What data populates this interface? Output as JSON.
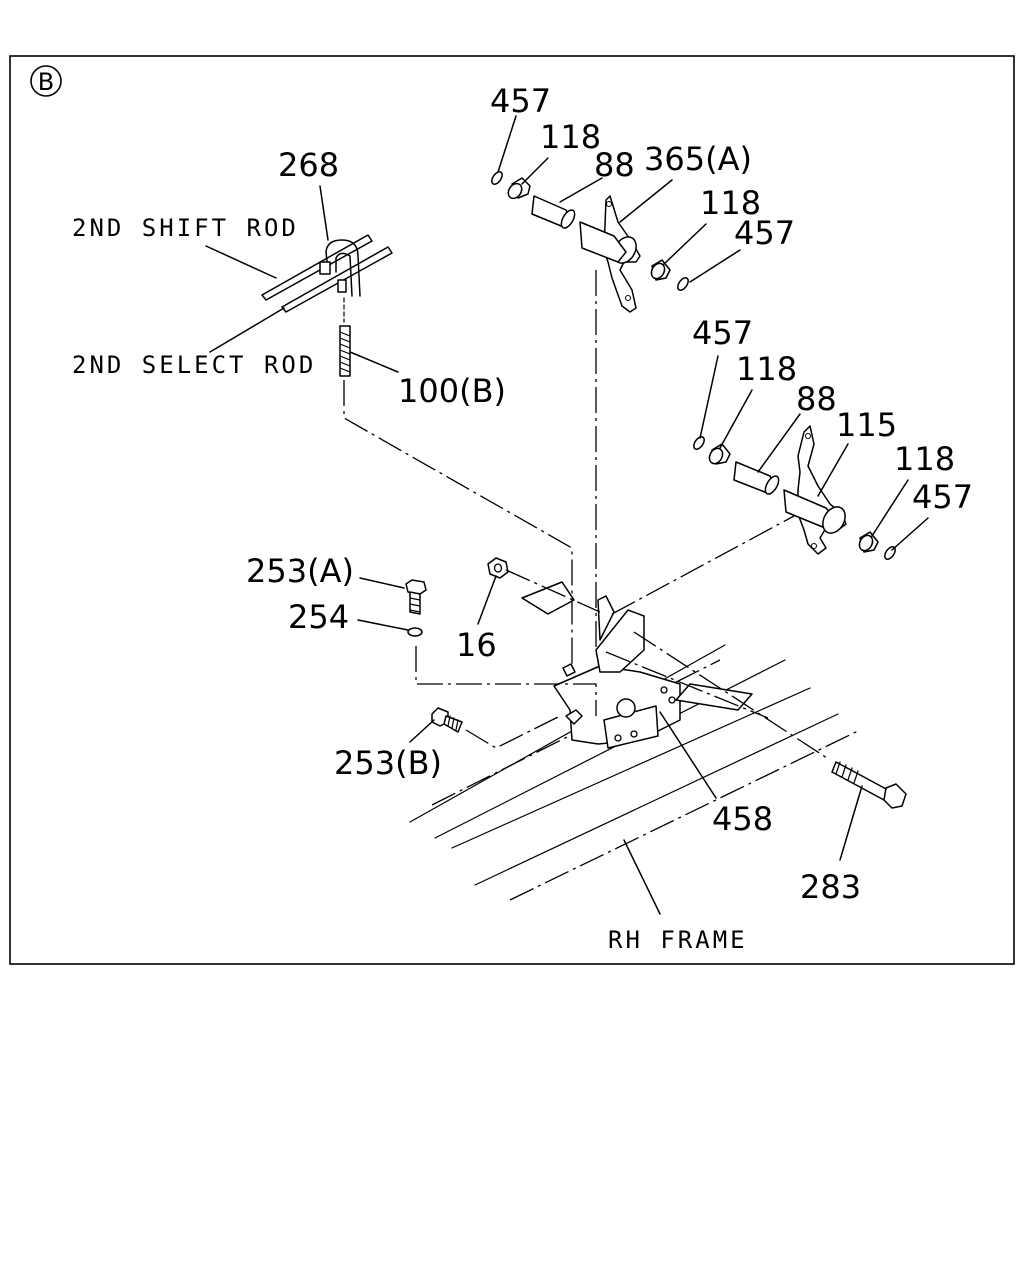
{
  "section_marker": "B",
  "texts": {
    "shift_rod": "2ND SHIFT ROD",
    "select_rod": "2ND SELECT ROD",
    "rh_frame": "RH FRAME"
  },
  "callouts": {
    "c457_top": "457",
    "c118_top": "118",
    "c88_top": "88",
    "c365A": "365(A)",
    "c118_top_r": "118",
    "c457_top_r": "457",
    "c268": "268",
    "c100B": "100(B)",
    "c457_mid": "457",
    "c118_mid": "118",
    "c88_mid": "88",
    "c115": "115",
    "c118_mid_r": "118",
    "c457_mid_r": "457",
    "c253A": "253(A)",
    "c254": "254",
    "c16": "16",
    "c253B": "253(B)",
    "c458": "458",
    "c283": "283"
  }
}
